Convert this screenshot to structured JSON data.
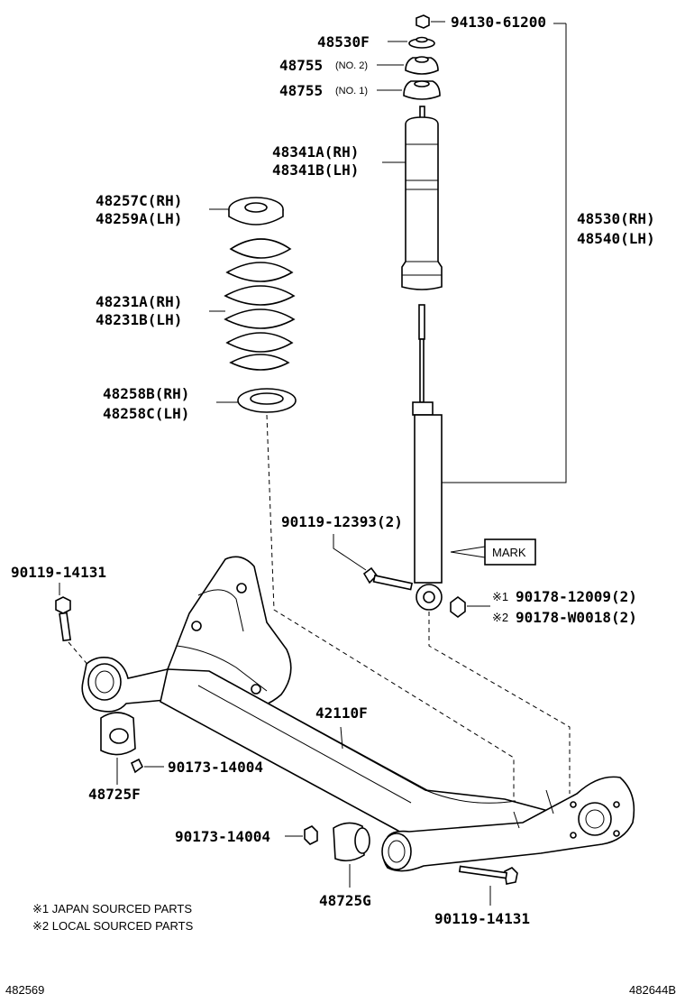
{
  "callouts": {
    "nut_top": "94130-61200",
    "cap": "48530F",
    "support_no2": "48755",
    "support_no2_sub": "(NO. 2)",
    "support_no1": "48755",
    "support_no1_sub": "(NO. 1)",
    "bumper_rh": "48341A(RH)",
    "bumper_lh": "48341B(LH)",
    "upper_seat_rh": "48257C(RH)",
    "upper_seat_lh": "48259A(LH)",
    "spring_rh": "48231A(RH)",
    "spring_lh": "48231B(LH)",
    "lower_seat_rh": "48258B(RH)",
    "lower_seat_lh": "48258C(LH)",
    "shock_rh": "48530(RH)",
    "shock_lh": "48540(LH)",
    "bolt_shock": "90119-12393(2)",
    "mark": "MARK",
    "bolt_left": "90119-14131",
    "nut_japan_mark": "※1",
    "nut_japan": "90178-12009(2)",
    "nut_local_mark": "※2",
    "nut_local": "90178-W0018(2)",
    "beam": "42110F",
    "clip_left": "90173-14004",
    "bushing_left": "48725F",
    "clip_right": "90173-14004",
    "bushing_right": "48725G",
    "bolt_right": "90119-14131"
  },
  "notes": {
    "note1": "※1 JAPAN SOURCED PARTS",
    "note2": "※2 LOCAL SOURCED PARTS"
  },
  "footer": {
    "left_code": "482569",
    "right_code": "482644B"
  }
}
